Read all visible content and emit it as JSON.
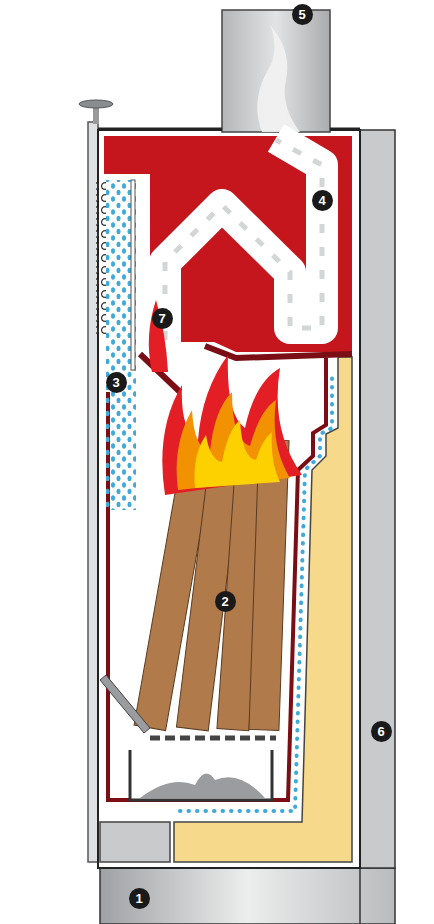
{
  "diagram": {
    "labels": [
      "5",
      "4",
      "7",
      "3",
      "2",
      "6",
      "1"
    ]
  }
}
